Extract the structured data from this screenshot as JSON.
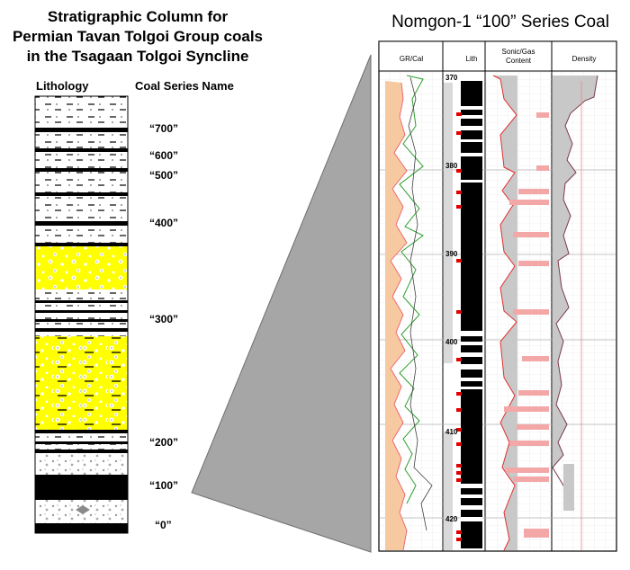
{
  "left_title": {
    "line1": "Stratigraphic Column for",
    "line2": "Permian Tavan Tolgoi Group coals",
    "line3": "in the Tsagaan Tolgoi Syncline"
  },
  "headers": {
    "lithology": "Lithology",
    "series_name": "Coal Series Name"
  },
  "series_labels": [
    "“700”",
    "“600”",
    "“500”",
    "“400”",
    "“300”",
    "“200”",
    "“100”",
    "“0”"
  ],
  "right_title": "Nomgon-1 “100” Series Coal",
  "log_tracks": {
    "gr_cal": "GR/Cal",
    "lith": "Lith",
    "sonic_line1": "Sonic/Gas",
    "sonic_line2": "Content",
    "density": "Density"
  },
  "depth_labels": [
    "370",
    "380",
    "390",
    "400",
    "410",
    "420"
  ],
  "colors": {
    "coal": "#000000",
    "sandstone": "#ffff00",
    "gr_fill": "#f7c9a0",
    "gas_bar": "#f4a7a7",
    "sonic_fill": "#c8c8c8",
    "wedge": "#a0a0a0"
  }
}
